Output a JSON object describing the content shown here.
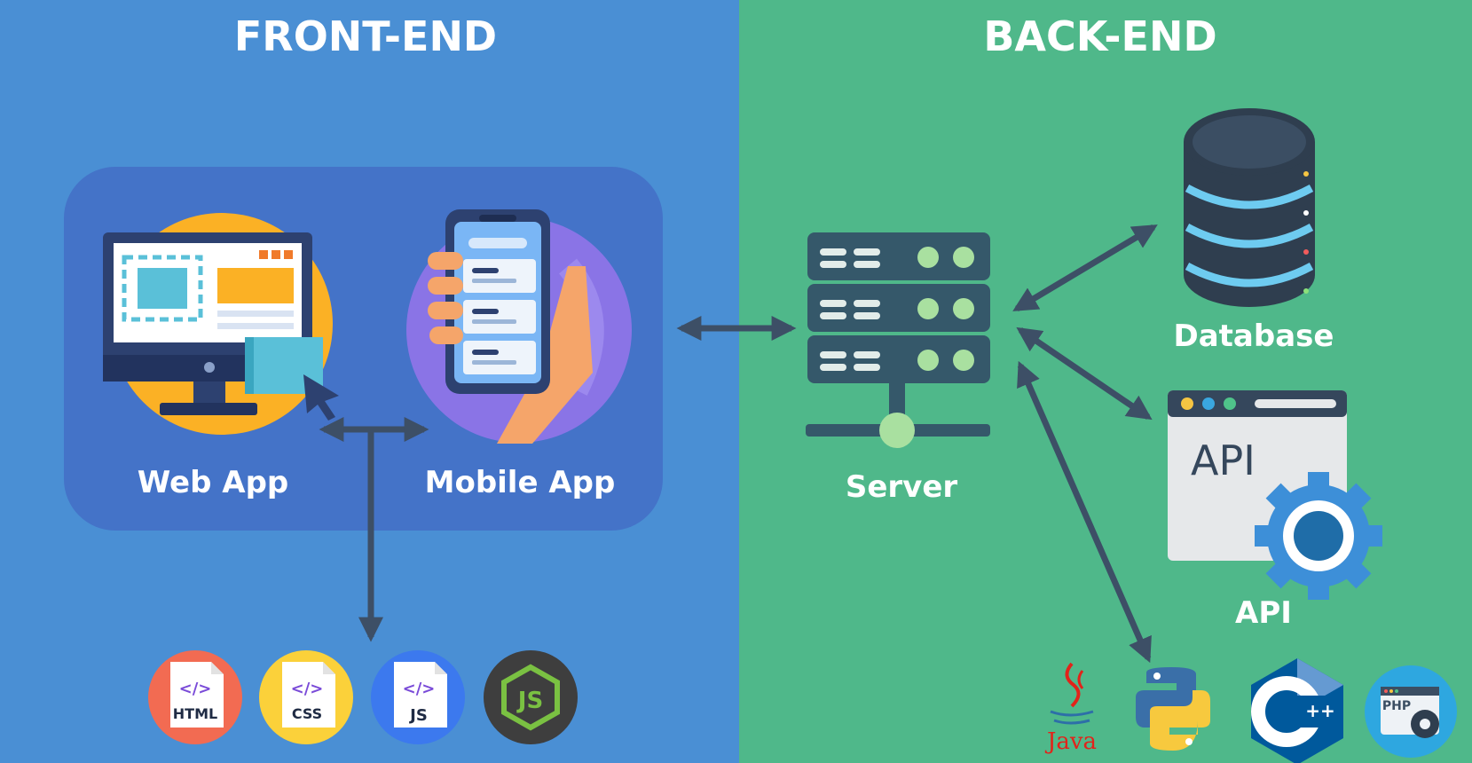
{
  "sections": {
    "frontend_title": "FRONT-END",
    "backend_title": "BACK-END"
  },
  "nodes": {
    "web_app": "Web App",
    "mobile_app": "Mobile App",
    "server": "Server",
    "database": "Database",
    "api": "API",
    "api_window_text": "API"
  },
  "tech_badges": {
    "html": "HTML",
    "css": "CSS",
    "js": "JS",
    "node": "JS",
    "java": "Java",
    "cpp": "++",
    "php": "PHP"
  },
  "icons": {
    "web_app": "monitor-icon",
    "mobile_app": "smartphone-icon",
    "server": "server-rack-icon",
    "database": "database-icon",
    "api": "api-gear-icon"
  },
  "colors": {
    "frontend_bg": "#4a8fd4",
    "backend_bg": "#4fb88a",
    "group_box": "#4473c8",
    "arrow": "#3d4f66",
    "server_dark": "#35586a",
    "server_light": "#a9e0a0",
    "db_dark": "#2f3e4f",
    "db_stripe": "#6ecbf0",
    "orange": "#fbb125",
    "purple": "#8a74e6",
    "html_red": "#f26b52",
    "css_yellow": "#fbd13a",
    "js_blue": "#3c79ee",
    "node_dark": "#3e3e3e",
    "node_green": "#7ac142"
  }
}
